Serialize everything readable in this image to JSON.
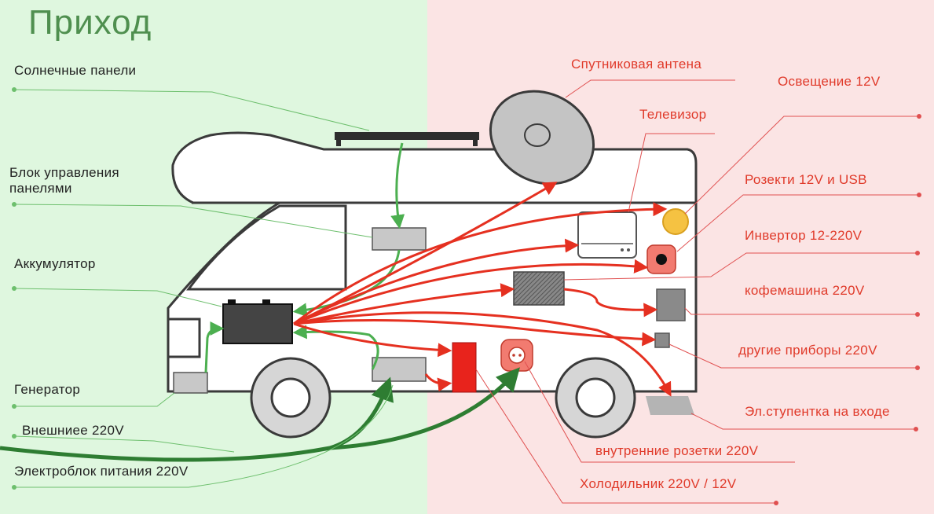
{
  "title": "Приход",
  "income_labels": {
    "solar": "Солнечные панели",
    "controller_1": "Блок управления",
    "controller_2": "панелями",
    "battery": "Аккумулятор",
    "generator": "Генератор",
    "external": "Внешниее 220V",
    "power_unit": "Электроблок питания 220V"
  },
  "expense_labels": {
    "satellite": "Спутниковая антена",
    "lighting": "Освещение 12V",
    "tv": "Телевизор",
    "sockets_12v": "Розекти 12V и USB",
    "inverter": "Инвертор 12-220V",
    "coffee": "кофемашина 220V",
    "other": "другие приборы 220V",
    "step": "Эл.ступентка на входе",
    "internal_sockets": "внутренние розетки 220V",
    "fridge": "Холодильник 220V / 12V"
  },
  "colors": {
    "income_bg": "#dff7df",
    "expense_bg": "#fbe4e4",
    "income_line": "#4caf50",
    "external_cable": "#2e7d32",
    "expense_line": "#e53020",
    "title": "#4f8f4f",
    "expense_text": "#e03a2a"
  }
}
